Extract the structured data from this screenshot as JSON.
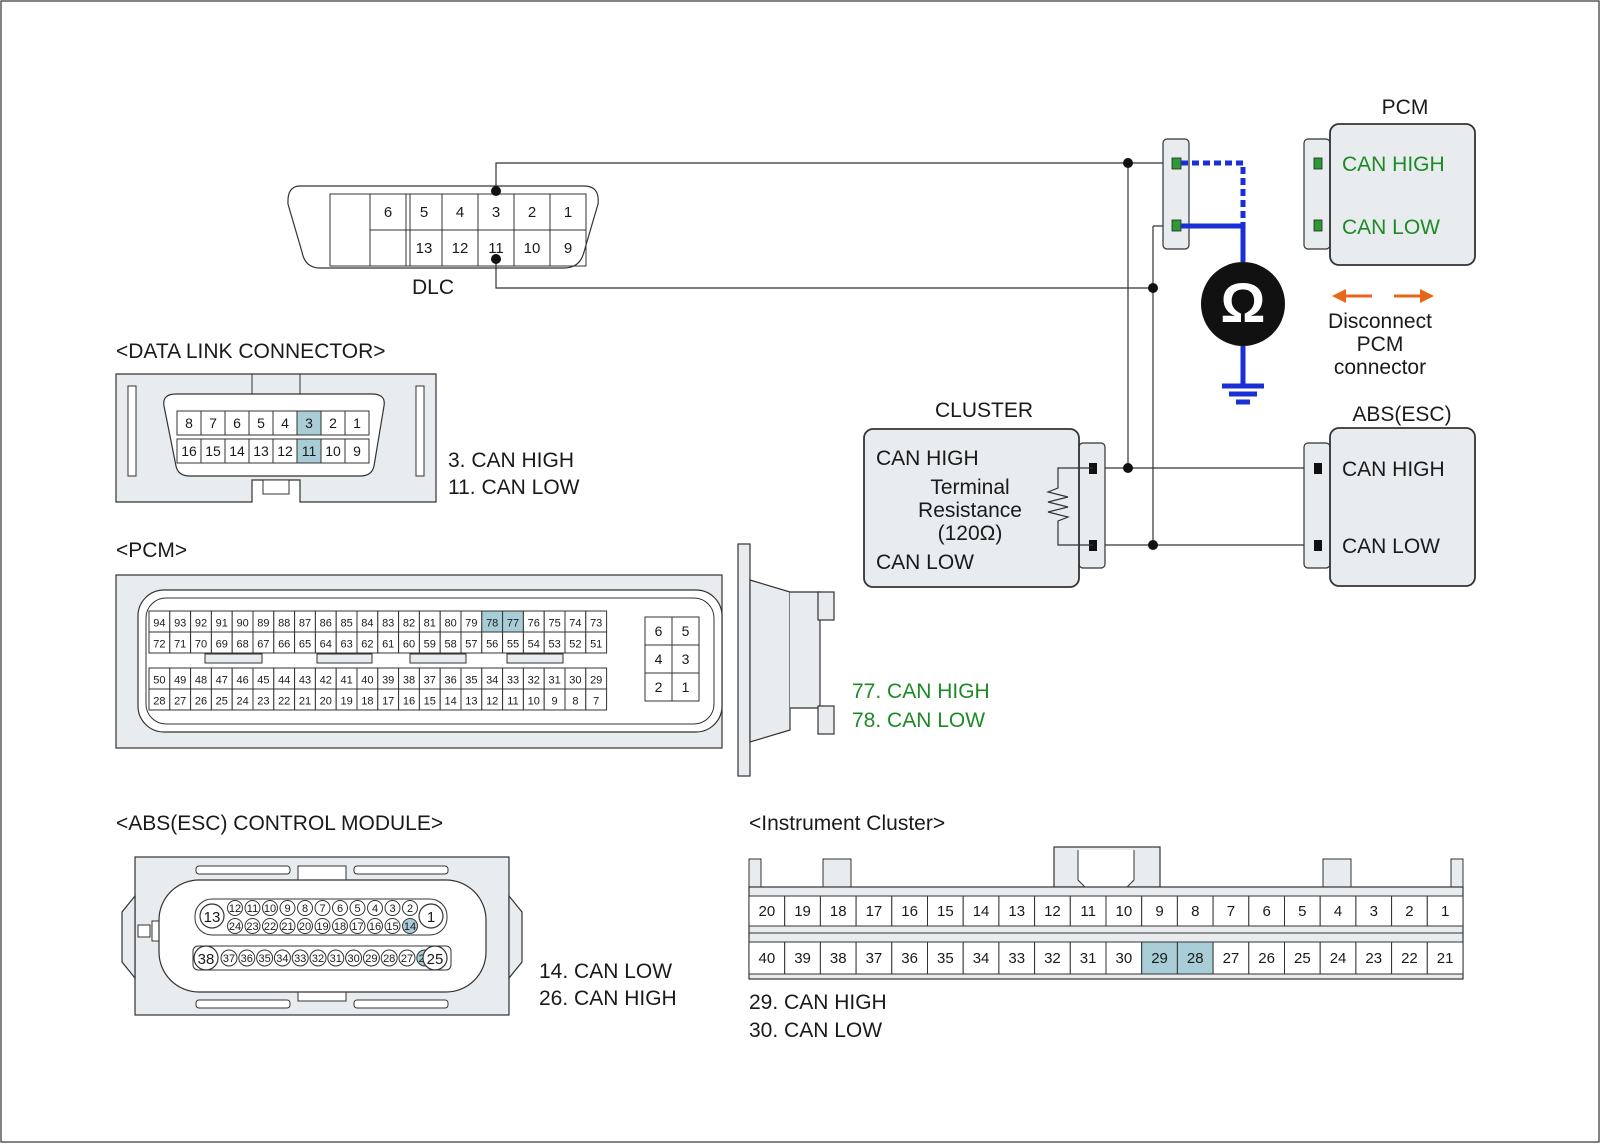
{
  "colors": {
    "connector_fill": "#e8ecee",
    "highlight_pin": "#a9cdd6",
    "can_pin_mark": "#2e9a35",
    "meter_wire": "#1a2fd6",
    "arrow": "#e8661a",
    "green_text": "#1e8a26"
  },
  "dlc_top": {
    "pins_row1": [
      "6",
      "5",
      "4",
      "3",
      "2",
      "1"
    ],
    "pins_row2": [
      "13",
      "12",
      "11",
      "10",
      "9"
    ],
    "label": "DLC"
  },
  "data_link_connector": {
    "title": "<DATA LINK CONNECTOR>",
    "row1": [
      "8",
      "7",
      "6",
      "5",
      "4",
      "3",
      "2",
      "1"
    ],
    "row2": [
      "16",
      "15",
      "14",
      "13",
      "12",
      "11",
      "10",
      "9"
    ],
    "highlighted": [
      "3",
      "11"
    ],
    "notes": [
      "3. CAN HIGH",
      "11. CAN LOW"
    ]
  },
  "pcm_connector": {
    "title": "<PCM>",
    "row1": [
      "94",
      "93",
      "92",
      "91",
      "90",
      "89",
      "88",
      "87",
      "86",
      "85",
      "84",
      "83",
      "82",
      "81",
      "80",
      "79",
      "78",
      "77",
      "76",
      "75",
      "74",
      "73"
    ],
    "row2": [
      "72",
      "71",
      "70",
      "69",
      "68",
      "67",
      "66",
      "65",
      "64",
      "63",
      "62",
      "61",
      "60",
      "59",
      "58",
      "57",
      "56",
      "55",
      "54",
      "53",
      "52",
      "51"
    ],
    "row3": [
      "50",
      "49",
      "48",
      "47",
      "46",
      "45",
      "44",
      "43",
      "42",
      "41",
      "40",
      "39",
      "38",
      "37",
      "36",
      "35",
      "34",
      "33",
      "32",
      "31",
      "30",
      "29"
    ],
    "row4": [
      "28",
      "27",
      "26",
      "25",
      "24",
      "23",
      "22",
      "21",
      "20",
      "19",
      "18",
      "17",
      "16",
      "15",
      "14",
      "13",
      "12",
      "11",
      "10",
      "9",
      "8",
      "7"
    ],
    "side_pins": [
      [
        "6",
        "5"
      ],
      [
        "4",
        "3"
      ],
      [
        "2",
        "1"
      ]
    ],
    "highlighted": [
      "78",
      "77"
    ],
    "notes": [
      "77. CAN HIGH",
      "78. CAN LOW"
    ]
  },
  "abs_connector": {
    "title": "<ABS(ESC) CONTROL MODULE>",
    "big_pins": [
      "13",
      "1",
      "38",
      "25"
    ],
    "row1": [
      "12",
      "11",
      "10",
      "9",
      "8",
      "7",
      "6",
      "5",
      "4",
      "3",
      "2"
    ],
    "row2": [
      "24",
      "23",
      "22",
      "21",
      "20",
      "19",
      "18",
      "17",
      "16",
      "15",
      "14"
    ],
    "row3": [
      "37",
      "36",
      "35",
      "34",
      "33",
      "32",
      "31",
      "30",
      "29",
      "28",
      "27",
      "26"
    ],
    "highlighted": [
      "14",
      "26"
    ],
    "notes": [
      "14. CAN LOW",
      "26. CAN HIGH"
    ]
  },
  "cluster_connector": {
    "title": "<Instrument Cluster>",
    "row1": [
      "20",
      "19",
      "18",
      "17",
      "16",
      "15",
      "14",
      "13",
      "12",
      "11",
      "10",
      "9",
      "8",
      "7",
      "6",
      "5",
      "4",
      "3",
      "2",
      "1"
    ],
    "row2": [
      "40",
      "39",
      "38",
      "37",
      "36",
      "35",
      "34",
      "33",
      "32",
      "31",
      "30",
      "29",
      "28",
      "27",
      "26",
      "25",
      "24",
      "23",
      "22",
      "21"
    ],
    "highlighted": [
      "29",
      "28"
    ],
    "notes": [
      "29. CAN HIGH",
      "30. CAN LOW"
    ]
  },
  "pcm_module": {
    "title": "PCM",
    "can_high": "CAN HIGH",
    "can_low": "CAN LOW",
    "disconnect_note": [
      "Disconnect",
      "PCM",
      "connector"
    ]
  },
  "cluster_module": {
    "title": "CLUSTER",
    "can_high": "CAN HIGH",
    "can_low": "CAN LOW",
    "resistance_lines": [
      "Terminal",
      "Resistance",
      "(120Ω)"
    ]
  },
  "abs_module": {
    "title": "ABS(ESC)",
    "can_high": "CAN HIGH",
    "can_low": "CAN LOW"
  },
  "meter_symbol": "Ω"
}
